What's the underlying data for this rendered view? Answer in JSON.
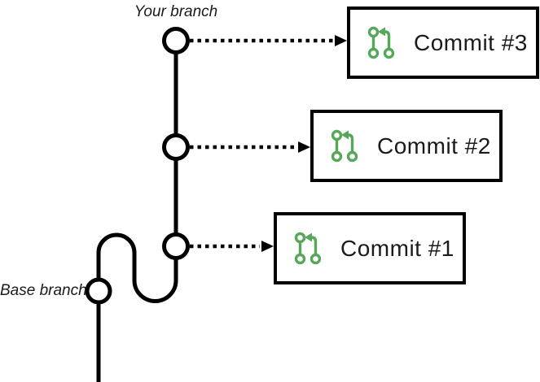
{
  "colors": {
    "line": "#000000",
    "box_border": "#000000",
    "box_bg": "#ffffff",
    "icon_green": "#57a75a",
    "text": "#1b1b1b",
    "background": "#ffffff"
  },
  "diagram": {
    "type": "git-branch-commit-diagram",
    "branches": [
      {
        "id": "your-branch",
        "label": "Your branch",
        "commit_node_count": 3
      },
      {
        "id": "base-branch",
        "label": "Base branch",
        "commit_node_count": 1
      }
    ],
    "commits": [
      {
        "id": "commit-3",
        "label": "Commit #3",
        "icon": "git-commit-icon"
      },
      {
        "id": "commit-2",
        "label": "Commit #2",
        "icon": "git-commit-icon"
      },
      {
        "id": "commit-1",
        "label": "Commit #1",
        "icon": "git-commit-icon"
      }
    ],
    "connections": [
      {
        "from": "your-branch-node-top",
        "to": "commit-3",
        "style": "dotted-arrow"
      },
      {
        "from": "your-branch-node-middle",
        "to": "commit-2",
        "style": "dotted-arrow"
      },
      {
        "from": "your-branch-node-bottom",
        "to": "commit-1",
        "style": "dotted-arrow"
      },
      {
        "from": "base-branch-node",
        "to": "your-branch-node-bottom",
        "style": "solid-curve"
      }
    ]
  }
}
